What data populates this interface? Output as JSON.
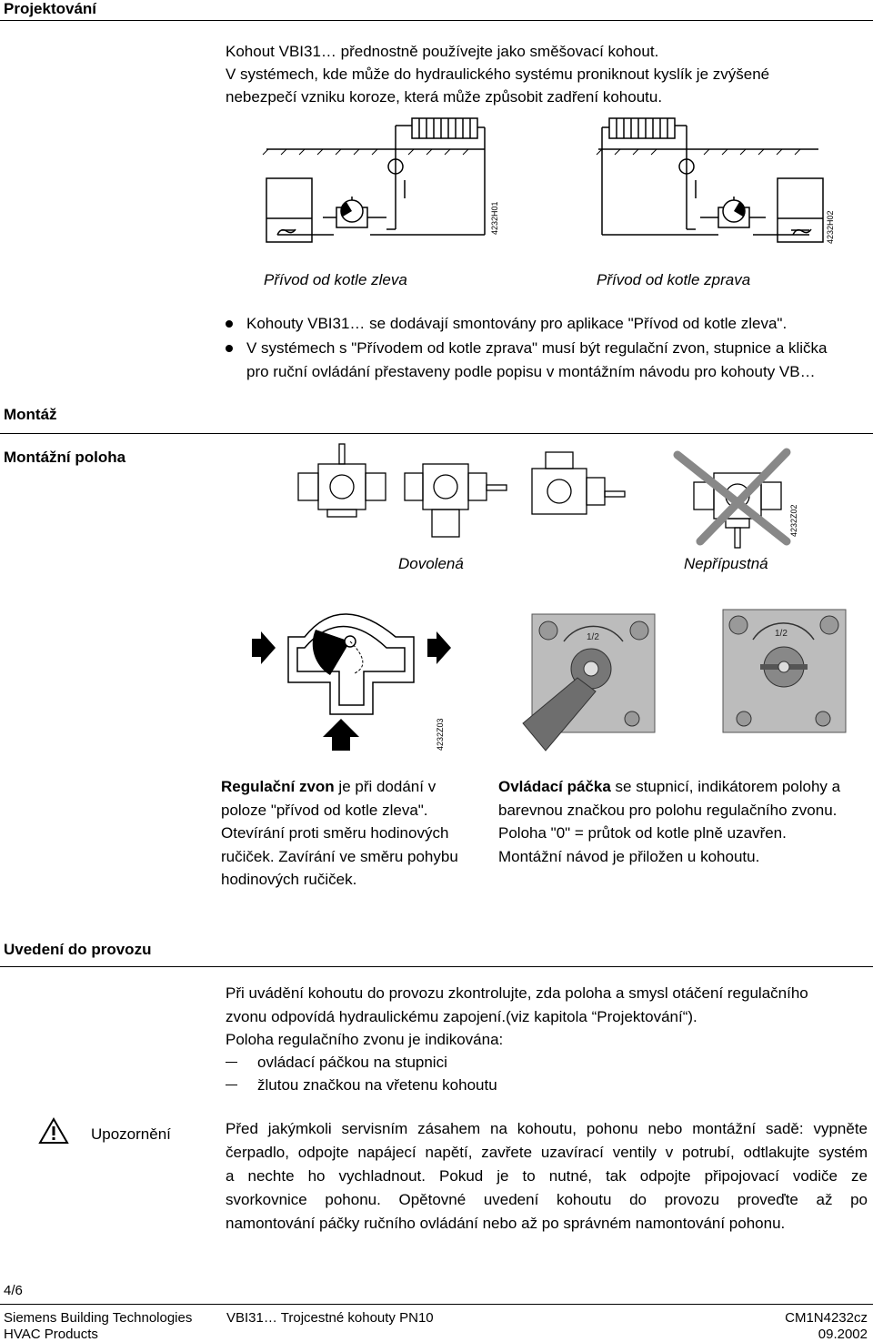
{
  "sections": {
    "projektovani": "Projektování",
    "montaz": "Montáž",
    "montazni_poloha": "Montážní poloha",
    "uvedeni": "Uvedení do provozu",
    "upozorneni": "Upozornění"
  },
  "intro": [
    "Kohout VBI31… přednostně používejte jako směšovací kohout.",
    "V systémech, kde může do hydraulického systému proniknout kyslík je zvýšené",
    "nebezpečí vzniku koroze, která může způsobit zadření kohoutu."
  ],
  "fig1": {
    "code_left": "4232H01",
    "code_right": "4232H02",
    "caption_left": "Přívod od kotle zleva",
    "caption_right": "Přívod od kotle zprava"
  },
  "bullets": [
    "Kohouty VBI31… se dodávají smontovány pro aplikace \"Přívod od kotle zleva\".",
    "V systémech s \"Přívodem od kotle zprava\" musí být regulační zvon, stupnice a klička",
    "pro ruční ovládání přestaveny podle popisu v montážním návodu pro kohouty VB…"
  ],
  "fig2": {
    "code": "4232Z02",
    "caption_ok": "Dovolená",
    "caption_bad": "Nepřípustná"
  },
  "fig3": {
    "code": "4232Z03",
    "scale_label": "1/2"
  },
  "desc_left": {
    "bold": "Regulační zvon",
    "lines": [
      " je při dodání v",
      "poloze \"přívod od kotle zleva\".",
      "Otevírání proti směru hodinových",
      "ručiček. Zavírání ve směru pohybu",
      "hodinových ručiček."
    ]
  },
  "desc_right": {
    "bold": "Ovládací páčka",
    "lines": [
      " se stupnicí, indikátorem polohy a",
      "barevnou značkou pro polohu regulačního zvonu.",
      "Poloha \"0\" = průtok od kotle plně uzavřen.",
      "Montážní návod je přiložen u kohoutu."
    ]
  },
  "uvedeni_text": [
    "Při uvádění kohoutu do provozu zkontrolujte, zda poloha a smysl otáčení regulačního",
    "zvonu odpovídá hydraulickému zapojení.(viz kapitola “Projektování“).",
    "Poloha regulačního zvonu je indikována:"
  ],
  "uvedeni_dashes": [
    "ovládací páčkou na stupnici",
    "žlutou značkou na vřetenu kohoutu"
  ],
  "upozorneni_text": [
    "Před jakýmkoli servisním zásahem na kohoutu, pohonu nebo montážní sadě: vypněte",
    "čerpadlo, odpojte napájecí napětí, zavřete uzavírací ventily v potrubí, odtlakujte systém",
    "a nechte ho vychladnout. Pokud je to nutné, tak odpojte připojovací vodiče ze",
    "svorkovnice pohonu. Opětovné uvedení kohoutu do provozu proveďte až po",
    "namontování páčky ručního ovládání nebo až po správném namontování pohonu."
  ],
  "footer": {
    "page": "4/6",
    "company1": "Siemens Building Technologies",
    "company2": "HVAC Products",
    "title": "VBI31… Trojcestné kohouty PN10",
    "doc": "CM1N4232cz",
    "date": "09.2002"
  }
}
